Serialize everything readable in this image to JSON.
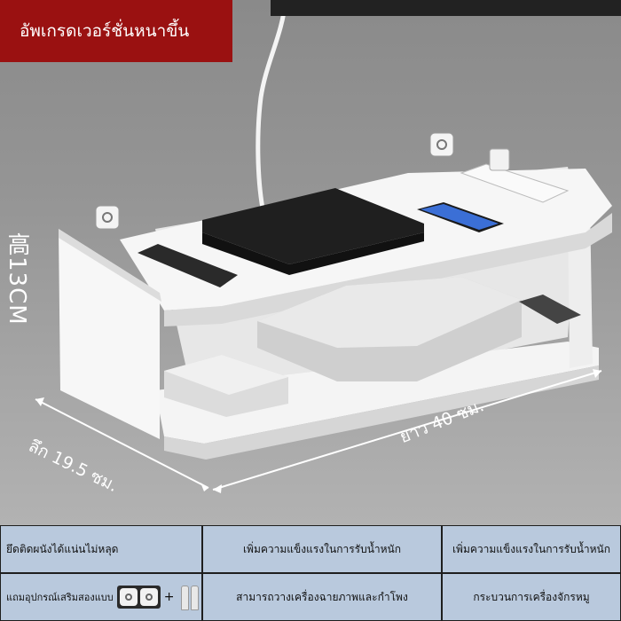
{
  "banner": {
    "text": "อัพเกรดเวอร์ชั่นหนาขึ้น"
  },
  "dimensions": {
    "height": "高13CM",
    "depth": "ลึก 19.5 ซม.",
    "width": "ยาว 40 ซม."
  },
  "features": {
    "cells": [
      "ยึดติดผนังได้แน่นไม่หลุด",
      "เพิ่มความแข็งแรงในการรับน้ำหนัก",
      "เพิ่มความแข็งแรงในการรับน้ำหนัก",
      "แถมอุปกรณ์เสริมสองแบบ",
      "สามารถวางเครื่องฉายภาพและกำโพง",
      "กระบวนการเครื่องจักรหมู"
    ],
    "plus": "+"
  },
  "colors": {
    "banner": "#9a1111",
    "table_bg": "#b9c9dd",
    "shelf": "#f3f3f3"
  }
}
